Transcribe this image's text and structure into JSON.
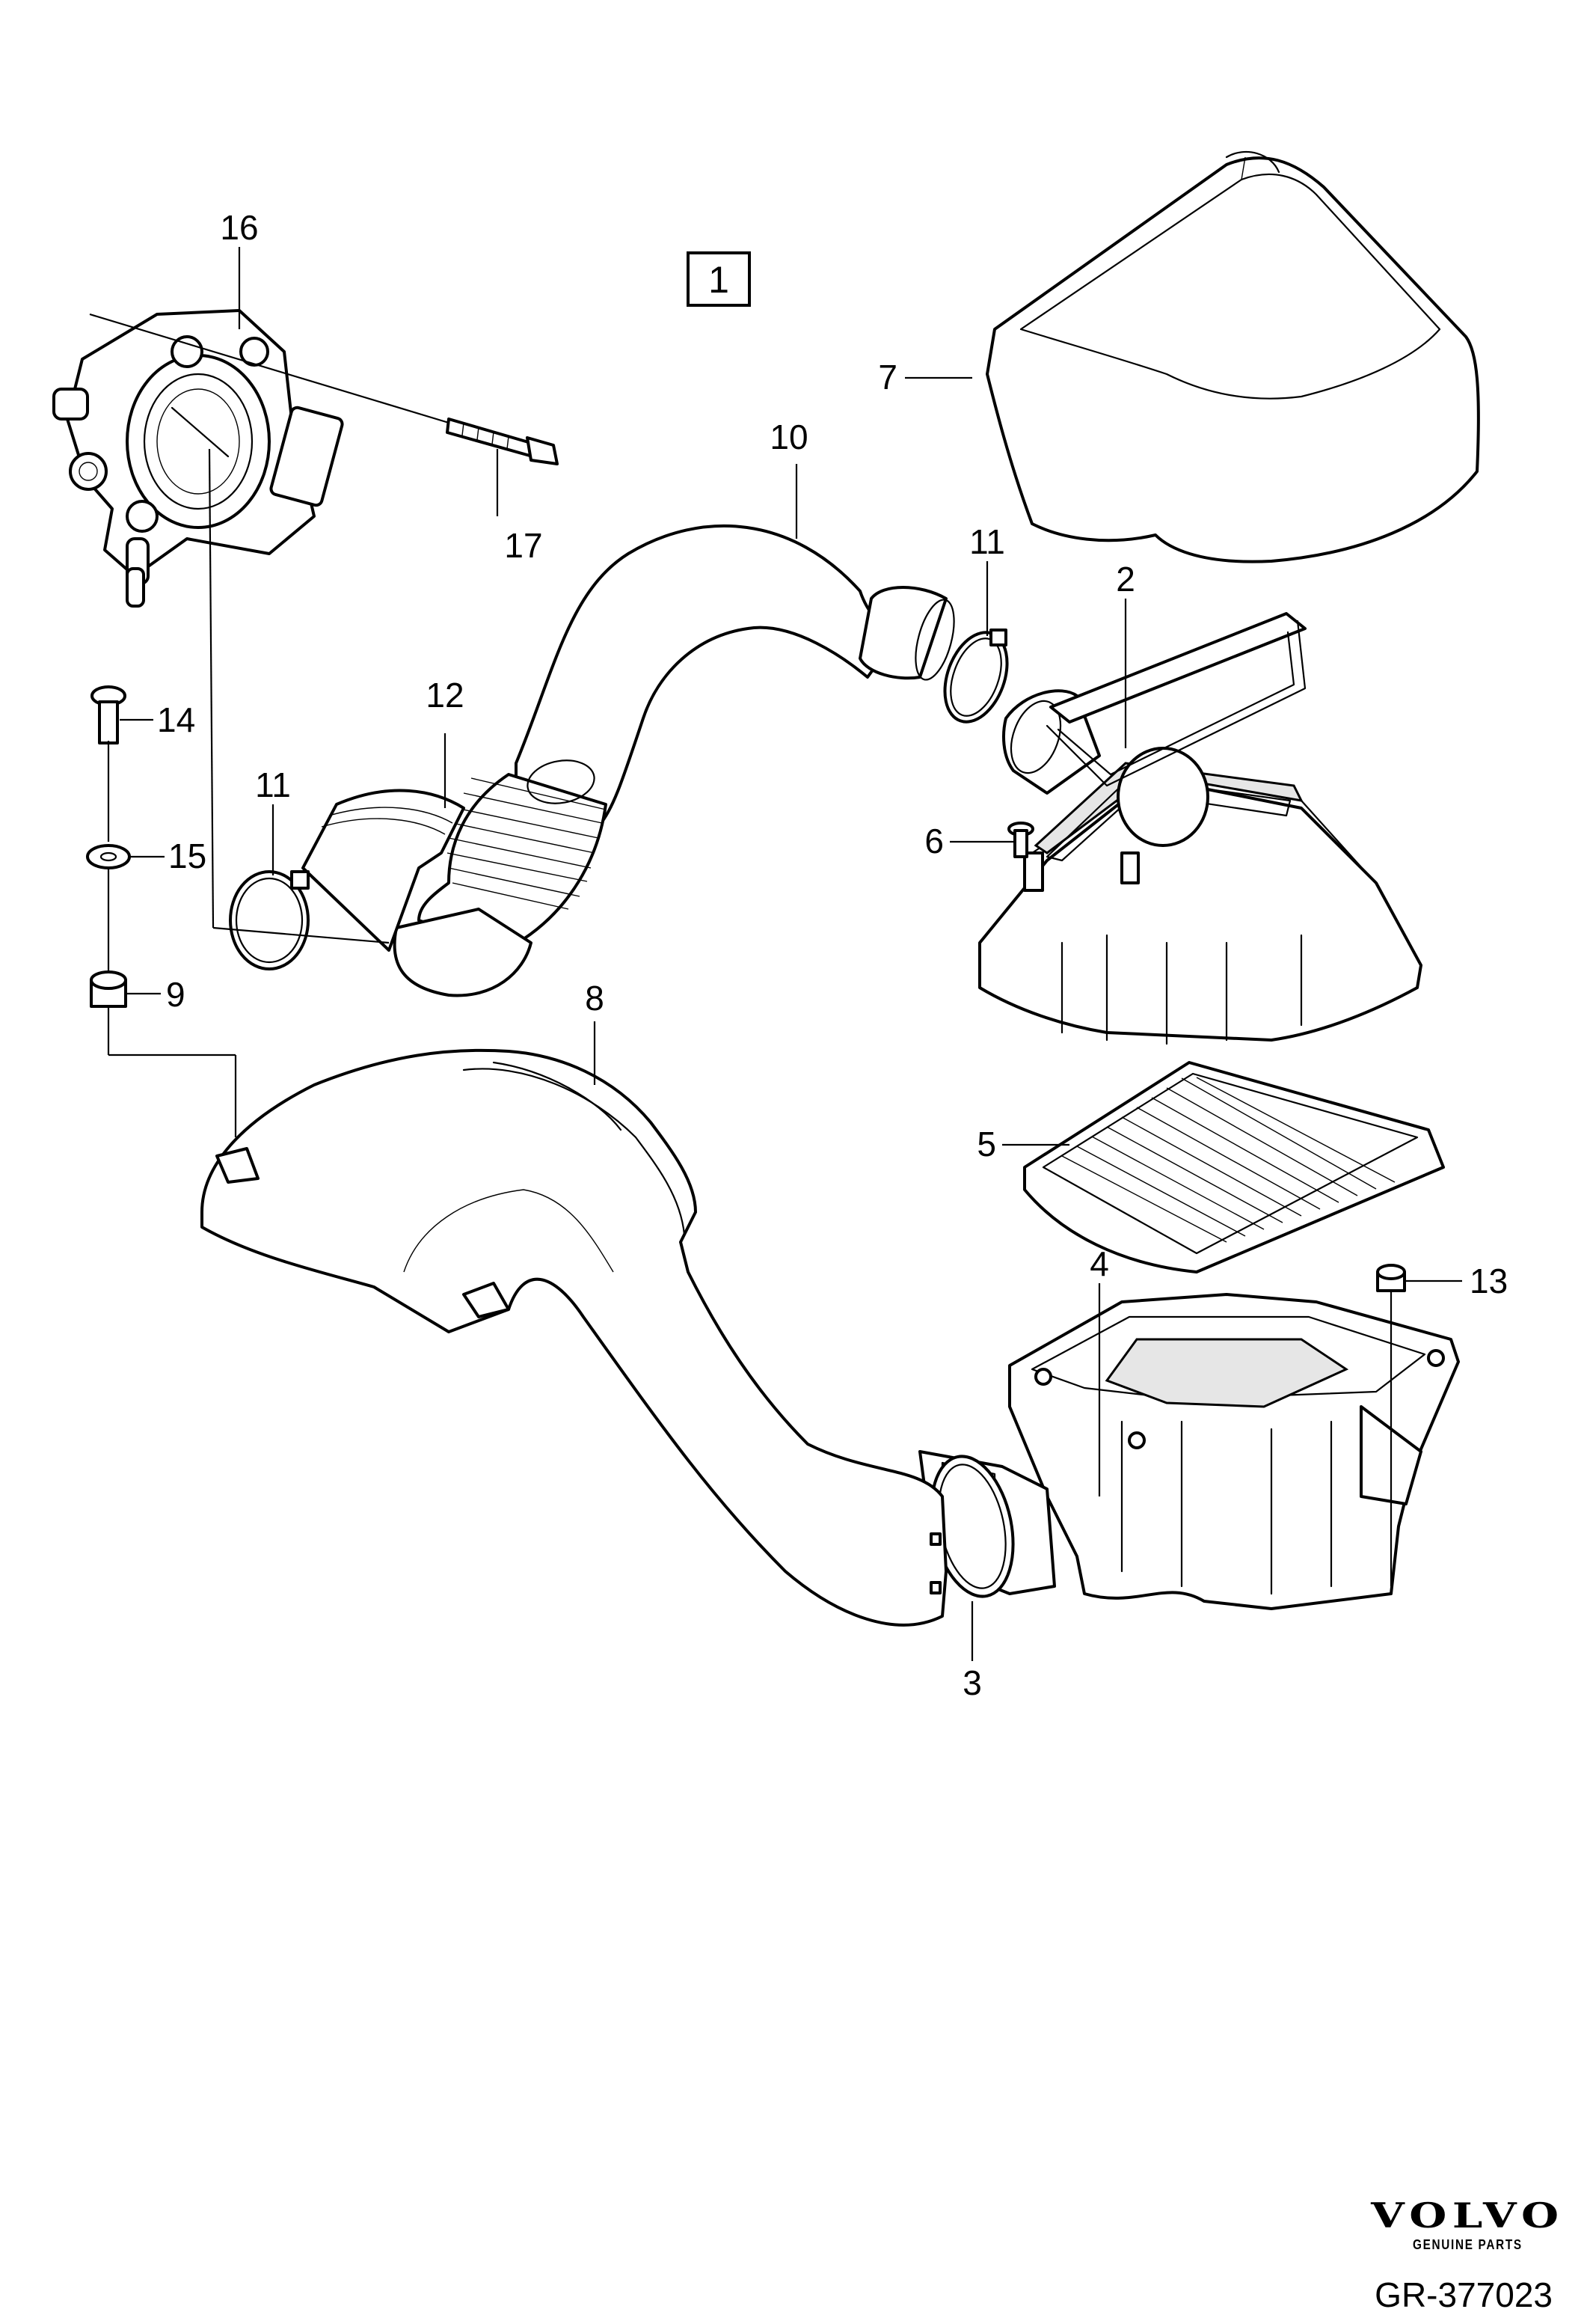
{
  "diagram": {
    "group_box_label": "1",
    "callouts": [
      "16",
      "17",
      "10",
      "11",
      "12",
      "11",
      "14",
      "15",
      "9",
      "8",
      "7",
      "2",
      "6",
      "5",
      "4",
      "13",
      "3"
    ]
  },
  "brand": {
    "name": "VOLVO",
    "subtitle": "GENUINE PARTS"
  },
  "drawing_number": "GR-377023"
}
